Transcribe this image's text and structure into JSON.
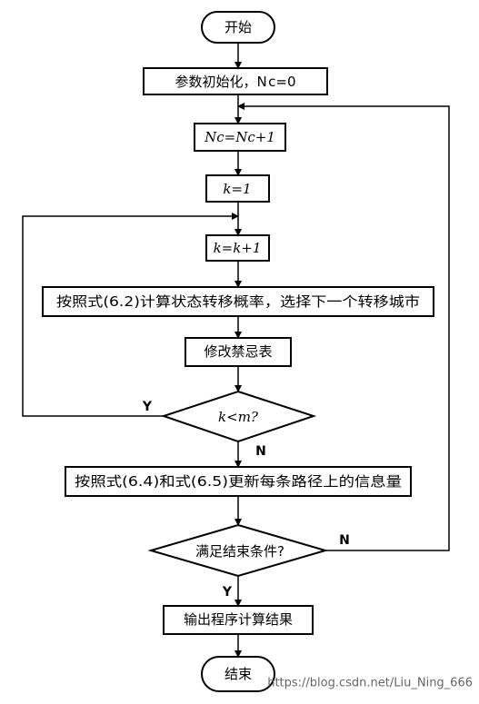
{
  "flowchart": {
    "start": "开始",
    "init": "参数初始化，N c=0",
    "nc_update": "Nc=Nc+1",
    "k_init": "k=1",
    "k_update": "k=k+1",
    "select_city": "按照式(6.2)计算状态转移概率，选择下一个转移城市",
    "modify_tabu": "修改禁忌表",
    "decision_k": "k<m?",
    "update_pheromone": "按照式(6.4)和式(6.5)更新每条路径上的信息量",
    "decision_end": "满足结束条件?",
    "output": "输出程序计算结果",
    "end": "结束",
    "yes_k": "Y",
    "no_k": "N",
    "yes_end": "Y",
    "no_end": "N"
  },
  "watermark": "https://blog.csdn.net/Liu_Ning_666"
}
